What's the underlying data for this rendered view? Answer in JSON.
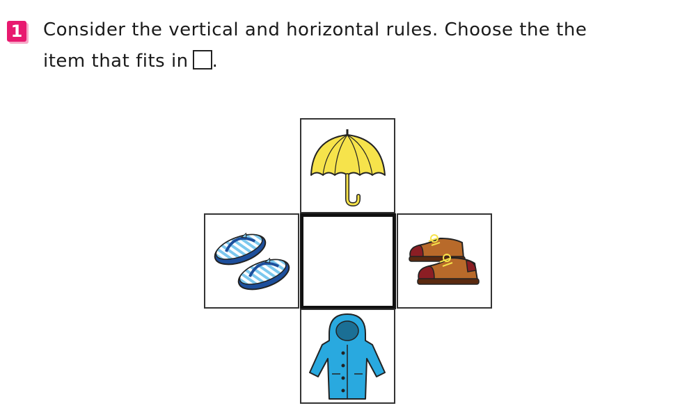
{
  "question": {
    "number": "1",
    "line1": "Consider the vertical and horizontal rules. Choose the the",
    "line2_before": "item that fits in",
    "line2_after": "."
  },
  "grid": {
    "top": {
      "icon": "umbrella-icon",
      "color": "#f6e34b"
    },
    "left": {
      "icon": "flip-flops-icon",
      "color": "#7cc8ee"
    },
    "right": {
      "icon": "leather-shoes-icon",
      "color": "#b86a2a"
    },
    "bottom": {
      "icon": "raincoat-icon",
      "color": "#29a9df"
    },
    "center": {
      "icon": "empty"
    }
  },
  "colors": {
    "accent": "#e8196f"
  }
}
